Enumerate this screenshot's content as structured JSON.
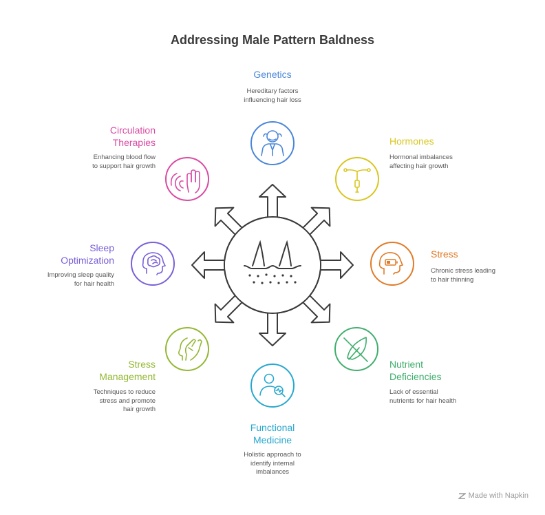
{
  "title": "Addressing Male Pattern Baldness",
  "footer": "Made with Napkin",
  "colors": {
    "genetics": "#4a86d9",
    "hormones": "#d9c620",
    "stress": "#e07b27",
    "nutrient": "#3fae6c",
    "functional": "#29a8cf",
    "management": "#93b832",
    "sleep": "#7a5fd8",
    "circulation": "#d94aa3",
    "center": "#3a3a3a"
  },
  "nodes": {
    "genetics": {
      "title": [
        "Genetics"
      ],
      "desc": [
        "Hereditary factors",
        "influencing hair loss"
      ],
      "icon": "elderly-man-icon"
    },
    "hormones": {
      "title": [
        "Hormones"
      ],
      "desc": [
        "Hormonal imbalances",
        "affecting hair growth"
      ],
      "icon": "iud-hormone-icon"
    },
    "stress": {
      "title": [
        "Stress"
      ],
      "desc": [
        "Chronic stress leading",
        "to hair thinning"
      ],
      "icon": "head-battery-icon"
    },
    "nutrient": {
      "title": [
        "Nutrient",
        "Deficiencies"
      ],
      "desc": [
        "Lack of essential",
        "nutrients for hair health"
      ],
      "icon": "no-nutrient-icon"
    },
    "functional": {
      "title": [
        "Functional",
        "Medicine"
      ],
      "desc": [
        "Holistic approach to",
        "identify internal",
        "imbalances"
      ],
      "icon": "doctor-search-icon"
    },
    "management": {
      "title": [
        "Stress",
        "Management"
      ],
      "desc": [
        "Techniques to reduce",
        "stress and promote",
        "hair growth"
      ],
      "icon": "head-hand-icon"
    },
    "sleep": {
      "title": [
        "Sleep",
        "Optimization"
      ],
      "desc": [
        "Improving sleep quality",
        "for hair health"
      ],
      "icon": "brain-head-icon"
    },
    "circulation": {
      "title": [
        "Circulation",
        "Therapies"
      ],
      "desc": [
        "Enhancing blood flow",
        "to support hair growth"
      ],
      "icon": "hand-massage-icon"
    }
  }
}
